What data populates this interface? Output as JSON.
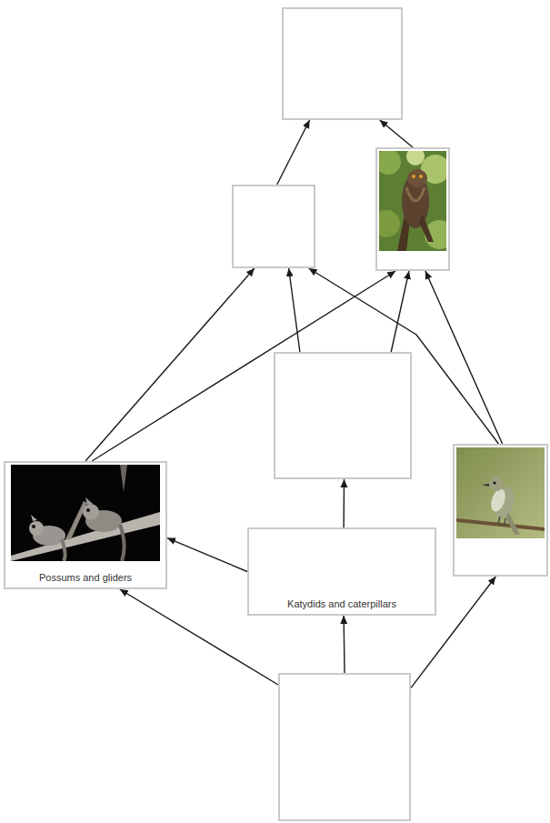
{
  "diagram": {
    "nodes": [
      {
        "text": []
      },
      {
        "text": []
      },
      {
        "text": []
      },
      {
        "text": []
      },
      {
        "text": [
          "Possums and gliders"
        ]
      },
      {
        "text": [
          "Katydids and caterpillars"
        ]
      },
      {
        "text": []
      },
      {
        "text": []
      }
    ],
    "edges": [
      {
        "from": 1,
        "to": 0,
        "arrow": "to"
      },
      {
        "from": 2,
        "to": 0,
        "arrow": "to"
      },
      {
        "from": 4,
        "to": 1,
        "arrow": "to"
      },
      {
        "from": 4,
        "to": 2,
        "arrow": "to"
      },
      {
        "from": 3,
        "to": 1,
        "arrow": "to"
      },
      {
        "from": 3,
        "to": 2,
        "arrow": "to"
      },
      {
        "from": 6,
        "to": 1,
        "arrow": "to"
      },
      {
        "from": 6,
        "to": 2,
        "arrow": "to"
      },
      {
        "from": 5,
        "to": 4,
        "arrow": "to"
      },
      {
        "from": 5,
        "to": 3,
        "arrow": "to"
      },
      {
        "from": 7,
        "to": 4,
        "arrow": "to"
      },
      {
        "from": 7,
        "to": 5,
        "arrow": "to"
      },
      {
        "from": 7,
        "to": 6,
        "arrow": "to"
      }
    ]
  }
}
